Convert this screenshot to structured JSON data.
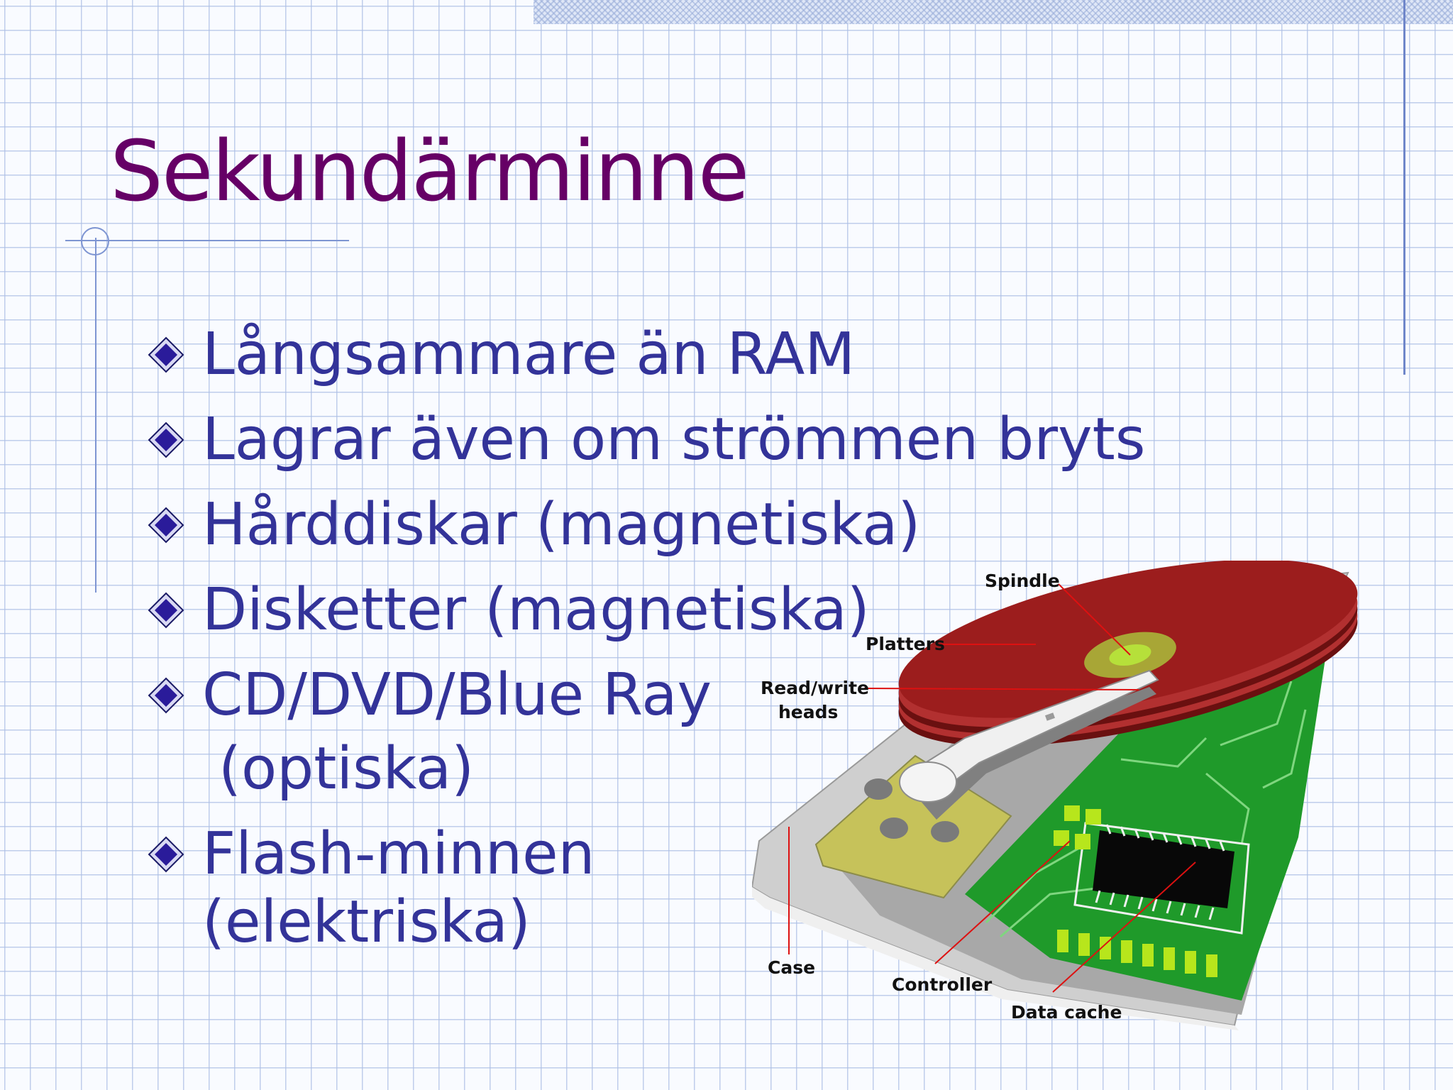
{
  "slide": {
    "title": "Sekundärminne",
    "bullets": [
      {
        "text": "Långsammare än RAM"
      },
      {
        "text": "Lagrar även om strömmen bryts"
      },
      {
        "text": "Hårddiskar (magnetiska)"
      },
      {
        "text": "Disketter (magnetiska)"
      },
      {
        "text": "CD/DVD/Blue Ray",
        "continuation": "(optiska)"
      },
      {
        "text": "Flash-minnen",
        "continuation": "(elektriska)"
      }
    ],
    "bullet_icon": "diamond-bullet-icon"
  },
  "diagram": {
    "labels": {
      "spindle": "Spindle",
      "platters": "Platters",
      "read_write_1": "Read/write",
      "read_write_2": "heads",
      "case": "Case",
      "controller": "Controller",
      "data_cache": "Data cache"
    }
  },
  "colors": {
    "title": "#660066",
    "bullet_text": "#333399",
    "platter": "#9c1d1d",
    "board": "#1f9a2a",
    "grid": "#acbee4"
  }
}
